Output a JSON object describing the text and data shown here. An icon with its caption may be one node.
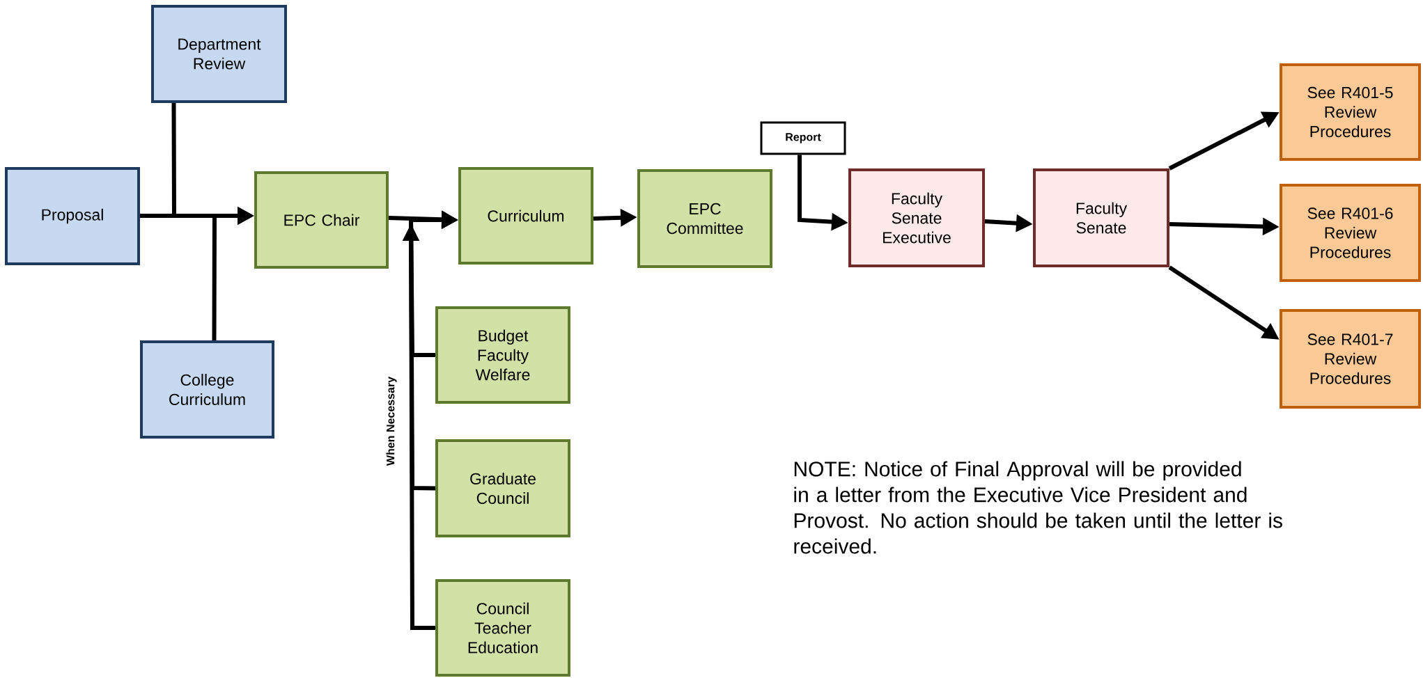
{
  "diagram": {
    "nodes": [
      {
        "text": [
          "Department Review"
        ]
      },
      {
        "text": [
          "Proposal"
        ]
      },
      {
        "text": [
          "College Curriculum"
        ]
      },
      {
        "text": [
          "EPC Chair"
        ]
      },
      {
        "text": [
          "Curriculum"
        ]
      },
      {
        "text": [
          "EPC Committee"
        ]
      },
      {
        "text": [
          "Budget Faculty Welfare"
        ]
      },
      {
        "text": [
          "Graduate Council"
        ]
      },
      {
        "text": [
          "Council Teacher Education"
        ]
      },
      {
        "text": [
          "Report"
        ]
      },
      {
        "text": [
          "Faculty Senate Executive"
        ]
      },
      {
        "text": [
          "Faculty Senate"
        ]
      },
      {
        "text": [
          "See R401-5 Review Procedures"
        ]
      },
      {
        "text": [
          "See R401-6 Review Procedures"
        ]
      },
      {
        "text": [
          "See R401-7 Review Procedures"
        ]
      }
    ],
    "edges": [
      {
        "from": 0,
        "to": 3,
        "arrow": "to"
      },
      {
        "from": 1,
        "to": 3,
        "arrow": "to"
      },
      {
        "from": 2,
        "to": 3,
        "arrow": "to"
      },
      {
        "from": 3,
        "to": 4,
        "arrow": "to"
      },
      {
        "from": 6,
        "to": 4,
        "arrow": "to"
      },
      {
        "from": 7,
        "to": 4,
        "arrow": "to"
      },
      {
        "from": 8,
        "to": 4,
        "arrow": "to"
      },
      {
        "from": 4,
        "to": 5,
        "arrow": "to"
      },
      {
        "from": 9,
        "to": 10,
        "arrow": "to"
      },
      {
        "from": 10,
        "to": 11,
        "arrow": "to"
      },
      {
        "from": 11,
        "to": 12,
        "arrow": "to"
      },
      {
        "from": 11,
        "to": 13,
        "arrow": "to"
      },
      {
        "from": 11,
        "to": 14,
        "arrow": "to"
      }
    ],
    "labels": [
      "When Necessary",
      "NOTE: Notice of Final Approval will be provided in a letter from the Executive Vice President and Provost. No action should be taken until the letter is received."
    ]
  }
}
